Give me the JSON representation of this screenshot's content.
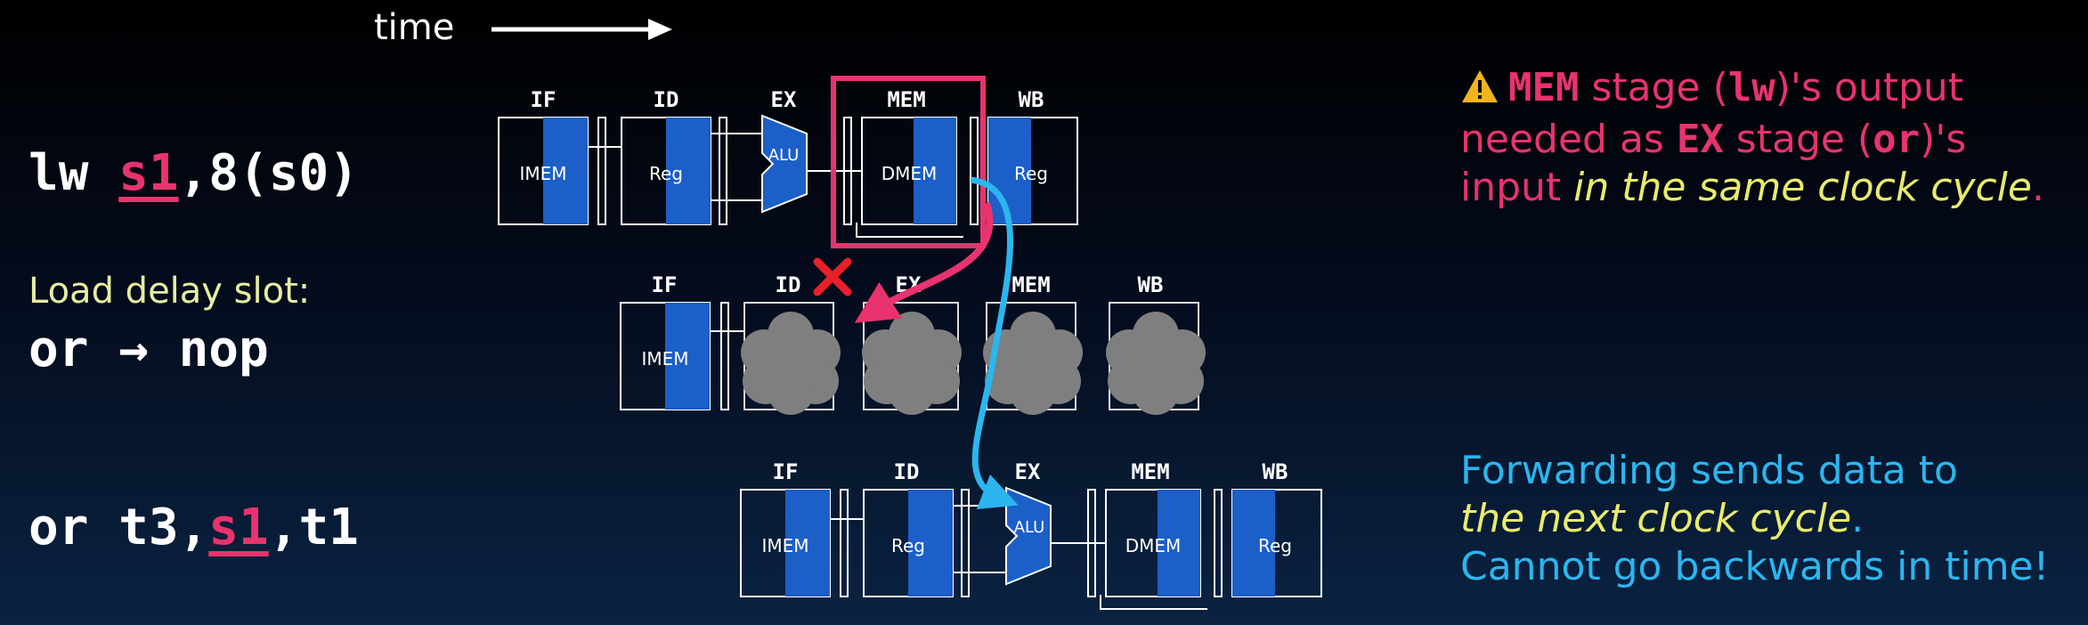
{
  "time_label": "time",
  "instructions": {
    "lw": {
      "pre": "lw ",
      "reg": "s1",
      "post": ",8(s0)"
    },
    "delay_slot_label": "Load delay slot:",
    "or_nop": "or → nop",
    "or": {
      "pre": "or t3,",
      "reg": "s1",
      "post": ",t1"
    }
  },
  "stages": [
    "IF",
    "ID",
    "EX",
    "MEM",
    "WB"
  ],
  "units": {
    "imem": "IMEM",
    "reg": "Reg",
    "alu": "ALU",
    "dmem": "DMEM"
  },
  "notes": {
    "pink": {
      "warn_icon": "warning-icon",
      "mem": "MEM",
      "stage_lw_1": " stage (",
      "lw": "lw",
      "stage_lw_2": ")'s output",
      "needed_as": "needed as ",
      "ex": "EX",
      "stage_or_1": " stage (",
      "or": "or",
      "stage_or_2": ")'s",
      "input": "input ",
      "same_cycle": "in the same clock cycle",
      "period": "."
    },
    "blue": {
      "line1": "Forwarding sends data to",
      "next_cycle": "the next clock cycle",
      "period": ".",
      "line3": "Cannot go backwards in time!"
    }
  },
  "colors": {
    "pink": "#e8336e",
    "blue": "#2bb6ef",
    "yellow": "#e8ec6a",
    "unit_blue": "#1c5fc8",
    "stall_gray": "#7f7f7f"
  }
}
